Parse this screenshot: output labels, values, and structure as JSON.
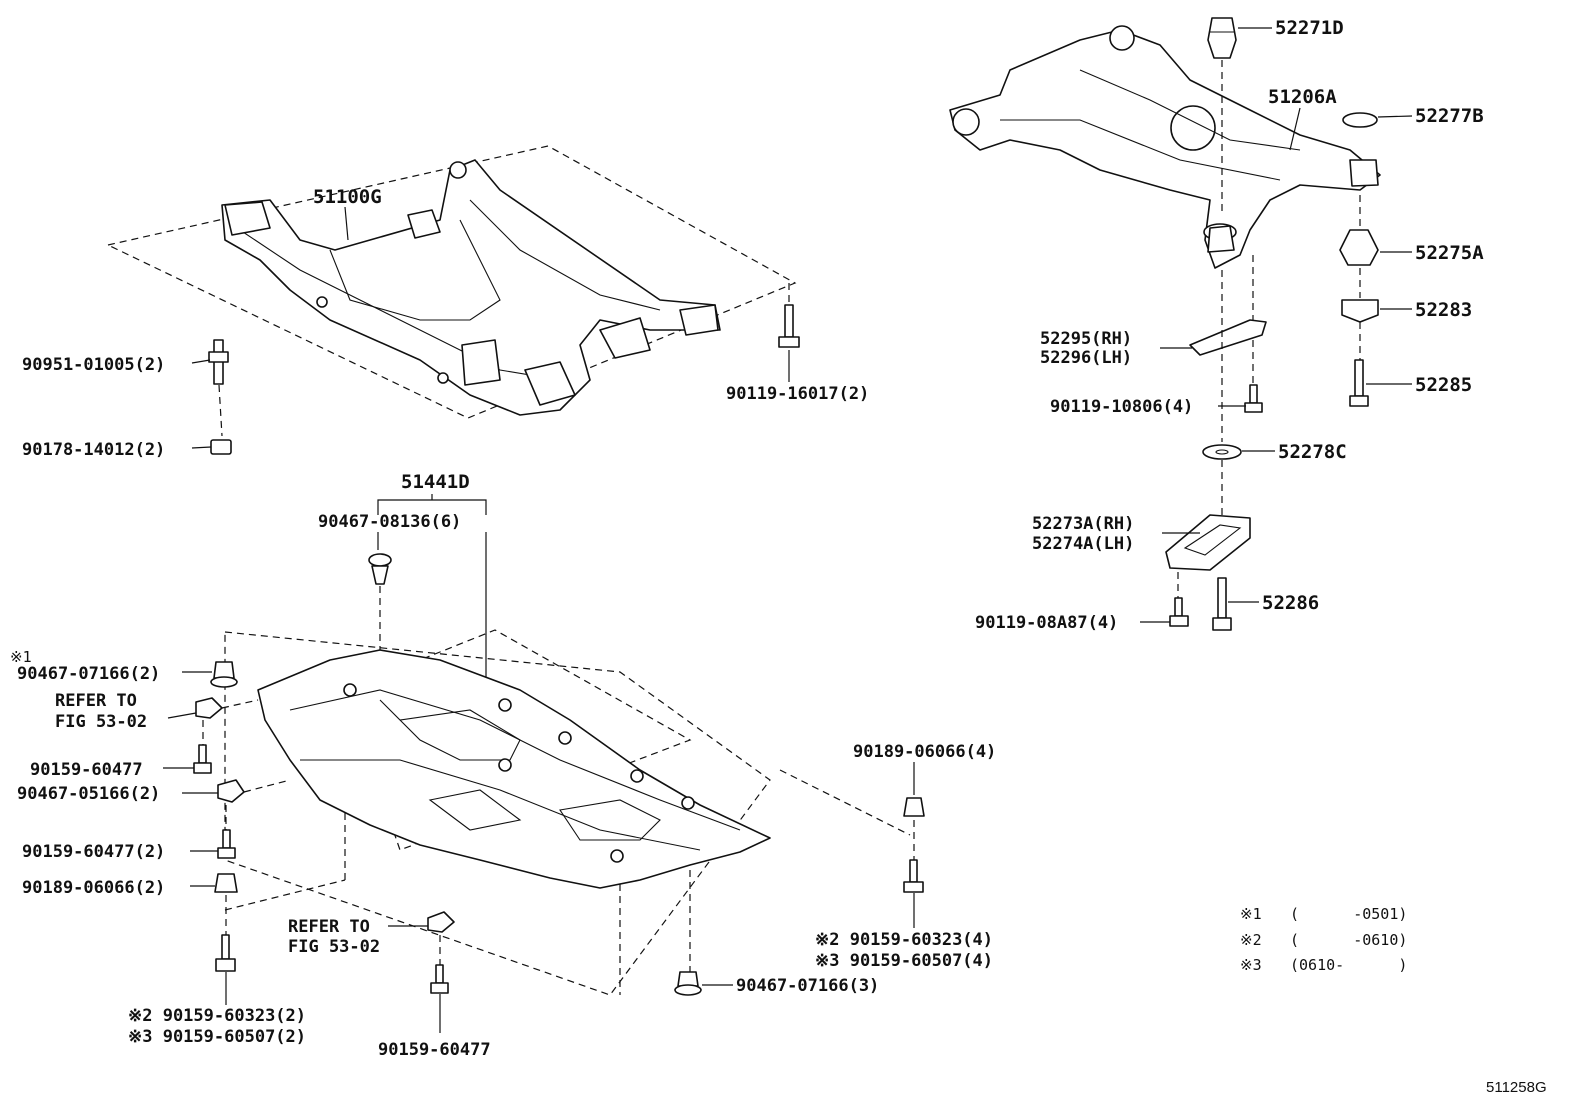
{
  "labels": {
    "p51100G": "51100G",
    "p90951": "90951-01005(2)",
    "p90178": "90178-14012(2)",
    "p90119_16017": "90119-16017(2)",
    "p52271D": "52271D",
    "p51206A": "51206A",
    "p52277B": "52277B",
    "p52275A": "52275A",
    "p52283": "52283",
    "p52285": "52285",
    "p52295": "52295(RH)",
    "p52296": "52296(LH)",
    "p90119_10806": "90119-10806(4)",
    "p52278C": "52278C",
    "p52273A": "52273A(RH)",
    "p52274A": "52274A(LH)",
    "p52286": "52286",
    "p90119_08A87": "90119-08A87(4)",
    "p51441D": "51441D",
    "p90467_08136": "90467-08136(6)",
    "note1_mark": "※1",
    "p90467_07166_2": "90467-07166(2)",
    "refer1_a": "REFER TO",
    "refer1_b": "FIG 53-02",
    "p90159_60477_a": "90159-60477",
    "p90467_05166": "90467-05166(2)",
    "p90159_60477_2": "90159-60477(2)",
    "p90189_06066_2": "90189-06066(2)",
    "p90159_60323_2": "※2 90159-60323(2)",
    "p90159_60507_2": "※3 90159-60507(2)",
    "refer2_a": "REFER TO",
    "refer2_b": "FIG 53-02",
    "p90159_60477_b": "90159-60477",
    "p90467_07166_3": "90467-07166(3)",
    "p90189_06066_4": "90189-06066(4)",
    "p90159_60323_4": "※2 90159-60323(4)",
    "p90159_60507_4": "※3 90159-60507(4)"
  },
  "legend": [
    {
      "mark": "※1",
      "range": "(      -0501)"
    },
    {
      "mark": "※2",
      "range": "(      -0610)"
    },
    {
      "mark": "※3",
      "range": "(0610-      )"
    }
  ],
  "figure_id": "511258G"
}
